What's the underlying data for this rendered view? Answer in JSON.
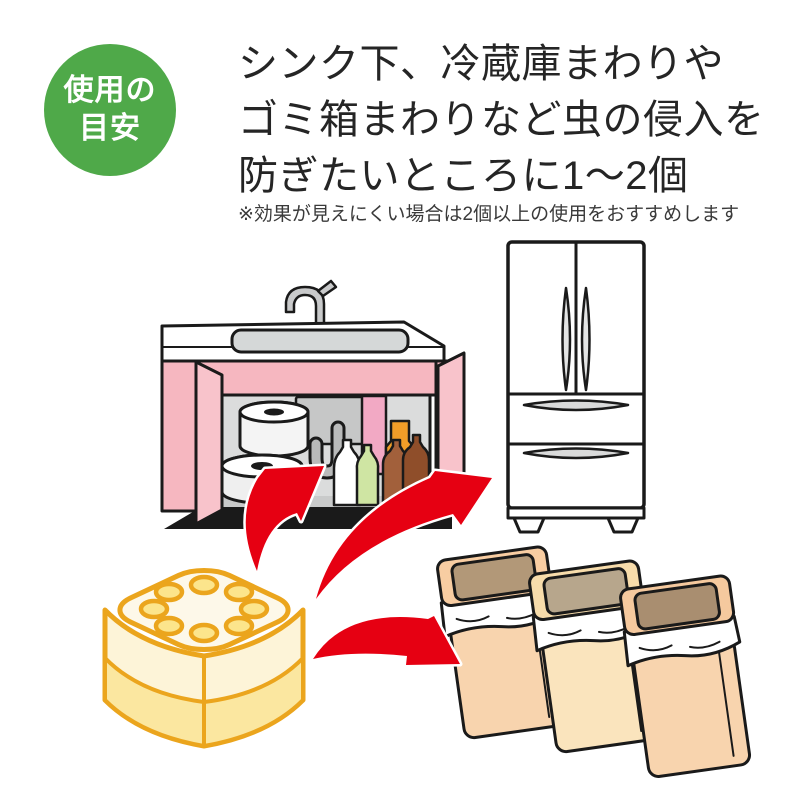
{
  "badge": {
    "line1": "使用の",
    "line2": "目安",
    "bg_color": "#4fa949",
    "text_color": "#ffffff"
  },
  "heading": {
    "line1": "シンク下、冷蔵庫まわりや",
    "line2": "ゴミ箱まわりなど虫の侵入を",
    "line3": "防ぎたいところに1～2個"
  },
  "note": {
    "text": "※効果が見えにくい場合は2個以上の使用をおすすめします"
  },
  "illustrations": {
    "under_sink": "under-sink-cabinet-with-open-doors",
    "refrigerator": "french-door-refrigerator",
    "product": "insect-repellent-bait-container",
    "trash_cans": "three-swing-lid-trash-cans",
    "arrows": "placement-arrows"
  },
  "colors": {
    "badge_green": "#4fa949",
    "arrow_red": "#e60012",
    "cabinet_pink": "#f6b7c0",
    "door_pink": "#f8c3cb",
    "interior_gray": "#dbdcdc",
    "toe_kick_black": "#1a1a1a",
    "product_orange": "#eba51d",
    "product_cream": "#fdf8e9",
    "product_yellow": "#fbe7a0",
    "trash_body_peach": "#f8d4ae",
    "trash_body_light": "#fae4bd",
    "trash_lid_brown": "#b29878",
    "bottle_green": "#cfe5a3",
    "bottle_brown": "#a2603b",
    "box_pink": "#f2a9c4",
    "box_orange": "#f09d28"
  }
}
